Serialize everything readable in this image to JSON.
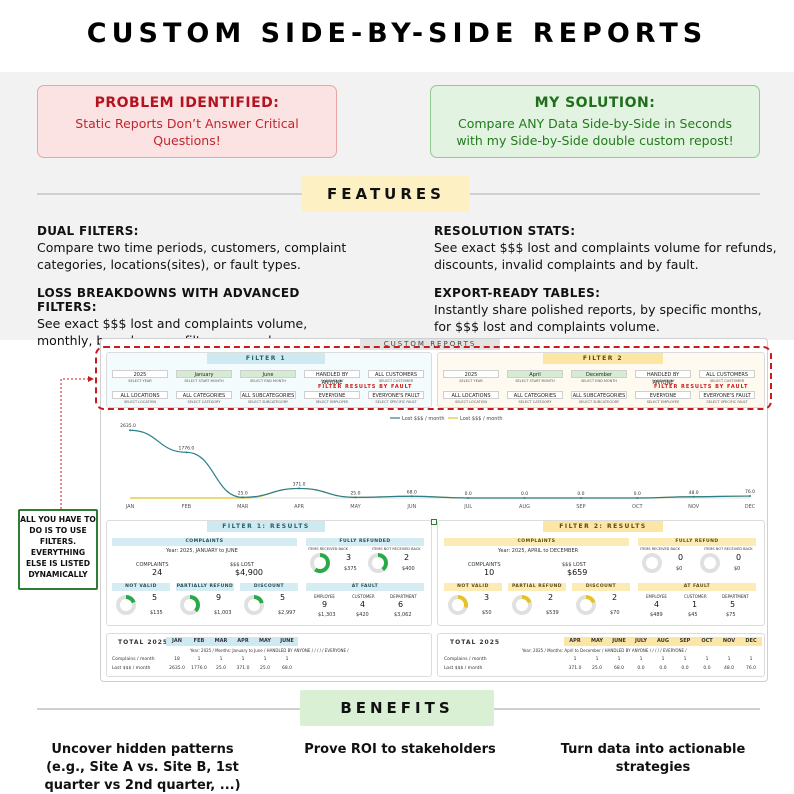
{
  "title": "CUSTOM SIDE-BY-SIDE REPORTS",
  "problem": {
    "heading": "PROBLEM IDENTIFIED:",
    "text_1": "Static Reports Don’t Answer Critical",
    "text_2": "Questions!"
  },
  "solution": {
    "heading": "MY SOLUTION:",
    "text_1": "Compare ANY Data Side-by-Side in Seconds",
    "text_2": "with my Side-by-Side double custom repost!"
  },
  "features_label": "FEATURES",
  "features": [
    {
      "heading": "DUAL FILTERS:",
      "text": "Compare two time periods, customers, complaint categories, locations(sites), or fault types."
    },
    {
      "heading": "RESOLUTION STATS:",
      "text": "See exact $$$ lost and complaints volume for refunds, discounts, invalid complaints and by fault."
    },
    {
      "heading": "LOSS BREAKDOWNS WITH ADVANCED FILTERS:",
      "text": "See exact $$$ lost and complaints volume, monthly, based on any filter you apply."
    },
    {
      "heading": "EXPORT-READY TABLES:",
      "text": "Instantly share polished reports, by specific months, for $$$ lost and complaints volume."
    }
  ],
  "dashboard": {
    "title": "CUSTOM REPORTS",
    "filter1": {
      "label": "FILTER 1",
      "row1": [
        "2025",
        "January",
        "June",
        "HANDLED BY ANYONE",
        "ALL CUSTOMERS"
      ],
      "row1_sub": [
        "SELECT YEAR",
        "SELECT START MONTH",
        "SELECT END MONTH",
        "HANDLED BY",
        "SELECT CUSTOMER"
      ],
      "row2": [
        "ALL LOCATIONS",
        "ALL CATEGORIES",
        "ALL SUBCATEGORIES",
        "EVERYONE",
        "EVERYONE'S FAULT"
      ],
      "row2_sub": [
        "SELECT LOCATION",
        "SELECT CATEGORY",
        "SELECT SUBCATEGORY",
        "SELECT EMPLOYEE",
        "SELECT SPECIFIC FAULT"
      ]
    },
    "filter2": {
      "label": "FILTER 2",
      "row1": [
        "2025",
        "April",
        "December",
        "HANDLED BY ANYONE",
        "ALL CUSTOMERS"
      ],
      "row1_sub": [
        "SELECT YEAR",
        "SELECT START MONTH",
        "SELECT END MONTH",
        "HANDLED BY",
        "SELECT CUSTOMER"
      ],
      "row2": [
        "ALL LOCATIONS",
        "ALL CATEGORIES",
        "ALL SUBCATEGORIES",
        "EVERYONE",
        "EVERYONE'S FAULT"
      ],
      "row2_sub": [
        "SELECT LOCATION",
        "SELECT CATEGORY",
        "SELECT SUBCATEGORY",
        "SELECT EMPLOYEE",
        "SELECT SPECIFIC FAULT"
      ]
    },
    "filter_results_fault": "FILTER RESULTS BY FAULT",
    "results1": {
      "label": "FILTER 1: RESULTS",
      "complaints_hd": "COMPLAINTS",
      "period": "Year: 2025, JANUARY to JUNE",
      "complaints_lbl": "COMPLAINTS",
      "complaints": "24",
      "lost_lbl": "$$$ LOST",
      "lost": "$4,900",
      "refund_hd": "FULLY REFUNDED",
      "refund_a_lbl": "ITEMS RECEIVED BACK",
      "refund_b_lbl": "ITEMS NOT RECEIVED BACK",
      "refund_a": "3",
      "refund_a_amt": "$375",
      "refund_b": "2",
      "refund_b_amt": "$400",
      "notvalid_hd": "NOT VALID",
      "notvalid": "5",
      "notvalid_amt": "$135",
      "partial_hd": "PARTIALLY REFUND",
      "partial": "9",
      "partial_amt": "$1,003",
      "discount_hd": "DISCOUNT",
      "discount": "5",
      "discount_amt": "$2,997",
      "fault_hd": "AT FAULT",
      "fault_labels": [
        "EMPLOYEE",
        "CUSTOMER",
        "DEPARTMENT"
      ],
      "fault_values": [
        "9",
        "4",
        "6"
      ],
      "fault_amts": [
        "$1,303",
        "$420",
        "$3,062"
      ]
    },
    "results2": {
      "label": "FILTER 2: RESULTS",
      "complaints_hd": "COMPLAINTS",
      "period": "Year: 2025, APRIL to DECEMBER",
      "complaints_lbl": "COMPLAINTS",
      "complaints": "10",
      "lost_lbl": "$$$ LOST",
      "lost": "$659",
      "refund_hd": "FULLY REFUND",
      "refund_a_lbl": "ITEMS RECEIVED BACK",
      "refund_b_lbl": "ITEMS NOT RECEIVED BACK",
      "refund_a": "0",
      "refund_a_amt": "$0",
      "refund_b": "0",
      "refund_b_amt": "$0",
      "notvalid_hd": "NOT VALID",
      "notvalid": "3",
      "notvalid_amt": "$50",
      "partial_hd": "PARTIAL REFUND",
      "partial": "2",
      "partial_amt": "$539",
      "discount_hd": "DISCOUNT",
      "discount": "2",
      "discount_amt": "$70",
      "fault_hd": "AT FAULT",
      "fault_labels": [
        "EMPLOYEE",
        "CUSTOMER",
        "DEPARTMENT"
      ],
      "fault_values": [
        "4",
        "1",
        "5"
      ],
      "fault_amts": [
        "$489",
        "$45",
        "$75"
      ]
    },
    "table1": {
      "total": "TOTAL 2025",
      "months": [
        "JAN",
        "FEB",
        "MAR",
        "APR",
        "MAY",
        "JUNE"
      ],
      "caption": "Year: 2025 / Months: January to June / HANDLED BY ANYONE / / / / / EVERYONE /",
      "row_labels": [
        "Complains / month",
        "Lost $$$ / month"
      ],
      "complaints": [
        "18",
        "1",
        "1",
        "1",
        "1",
        "1"
      ],
      "lost": [
        "2635.0",
        "1776.0",
        "25.0",
        "371.0",
        "25.0",
        "68.0"
      ]
    },
    "table2": {
      "total": "TOTAL 2025",
      "months": [
        "APR",
        "MAY",
        "JUNE",
        "JULY",
        "AUG",
        "SEP",
        "OCT",
        "NOV",
        "DEC"
      ],
      "caption": "Year: 2025 / Months: April to December / HANDLED BY ANYONE / / / / / EVERYONE /",
      "row_labels": [
        "Complains / month",
        "Lost $$$ / month"
      ],
      "complaints": [
        "1",
        "1",
        "1",
        "1",
        "1",
        "1",
        "1",
        "1",
        "1"
      ],
      "lost": [
        "371.0",
        "25.0",
        "68.0",
        "0.0",
        "0.0",
        "0.0",
        "0.0",
        "48.0",
        "76.0"
      ]
    }
  },
  "chart_data": {
    "type": "line",
    "categories": [
      "JAN",
      "FEB",
      "MAR",
      "APR",
      "MAY",
      "JUN",
      "JUL",
      "AUG",
      "SEP",
      "OCT",
      "NOV",
      "DEC"
    ],
    "series": [
      {
        "name": "Lost $$$ / month",
        "color": "#2a7f8a",
        "values": [
          2635.0,
          1776.0,
          25.0,
          371.0,
          25.0,
          68.0,
          0.0,
          0.0,
          0.0,
          0.0,
          48.0,
          76.0
        ]
      },
      {
        "name": "Lost $$$ / month",
        "color": "#e3c22b",
        "values": [
          0.0,
          0.0,
          0.0,
          371.0,
          25.0,
          68.0,
          0.0,
          0.0,
          0.0,
          0.0,
          48.0,
          76.0
        ]
      }
    ],
    "labels": [
      "2635.0",
      "1776.0",
      "25.0",
      "371.0",
      "25.0",
      "68.0",
      "0.0",
      "0.0",
      "0.0",
      "0.0",
      "48.0",
      "76.0"
    ],
    "ylim": [
      0,
      2800
    ],
    "grid": false,
    "legend": "top-center"
  },
  "callout": "ALL YOU HAVE TO DO IS TO USE FILTERS. EVERYTHING ELSE IS LISTED DYNAMICALLY",
  "benefits_label": "BENEFITS",
  "benefits": [
    {
      "l1": "Uncover hidden patterns",
      "l2": "(e.g., Site A vs. Site B, 1st",
      "l3": "quarter vs 2nd quarter, ...)"
    },
    {
      "l1": "Prove ROI to stakeholders"
    },
    {
      "l1": "Turn data into actionable",
      "l2": "strategies"
    }
  ],
  "colors": {
    "problem": "#b3121e",
    "solution": "#1f6e1a",
    "teal": "#2a7f8a",
    "yellow": "#e3c22b",
    "filter_frame": "#c81b1b"
  }
}
